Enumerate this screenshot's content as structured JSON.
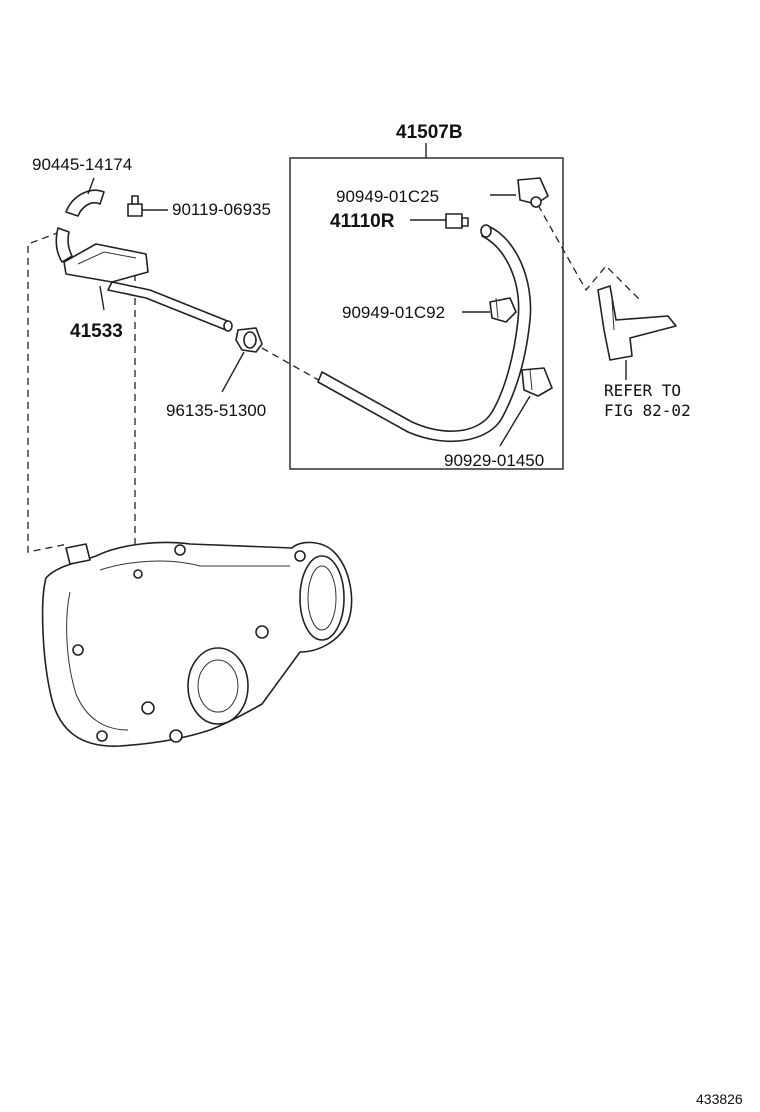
{
  "labels": {
    "assembly": "41507B",
    "hose_top_left": "90445-14174",
    "bolt": "90119-06935",
    "pipe": "41533",
    "grommet": "96135-51300",
    "clip_top": "90949-01C25",
    "plug": "41110R",
    "clip_mid": "90949-01C92",
    "clip_bottom": "90929-01450",
    "refer_line1": "REFER TO",
    "refer_line2": "FIG 82-02",
    "diagram_id": "433826"
  }
}
